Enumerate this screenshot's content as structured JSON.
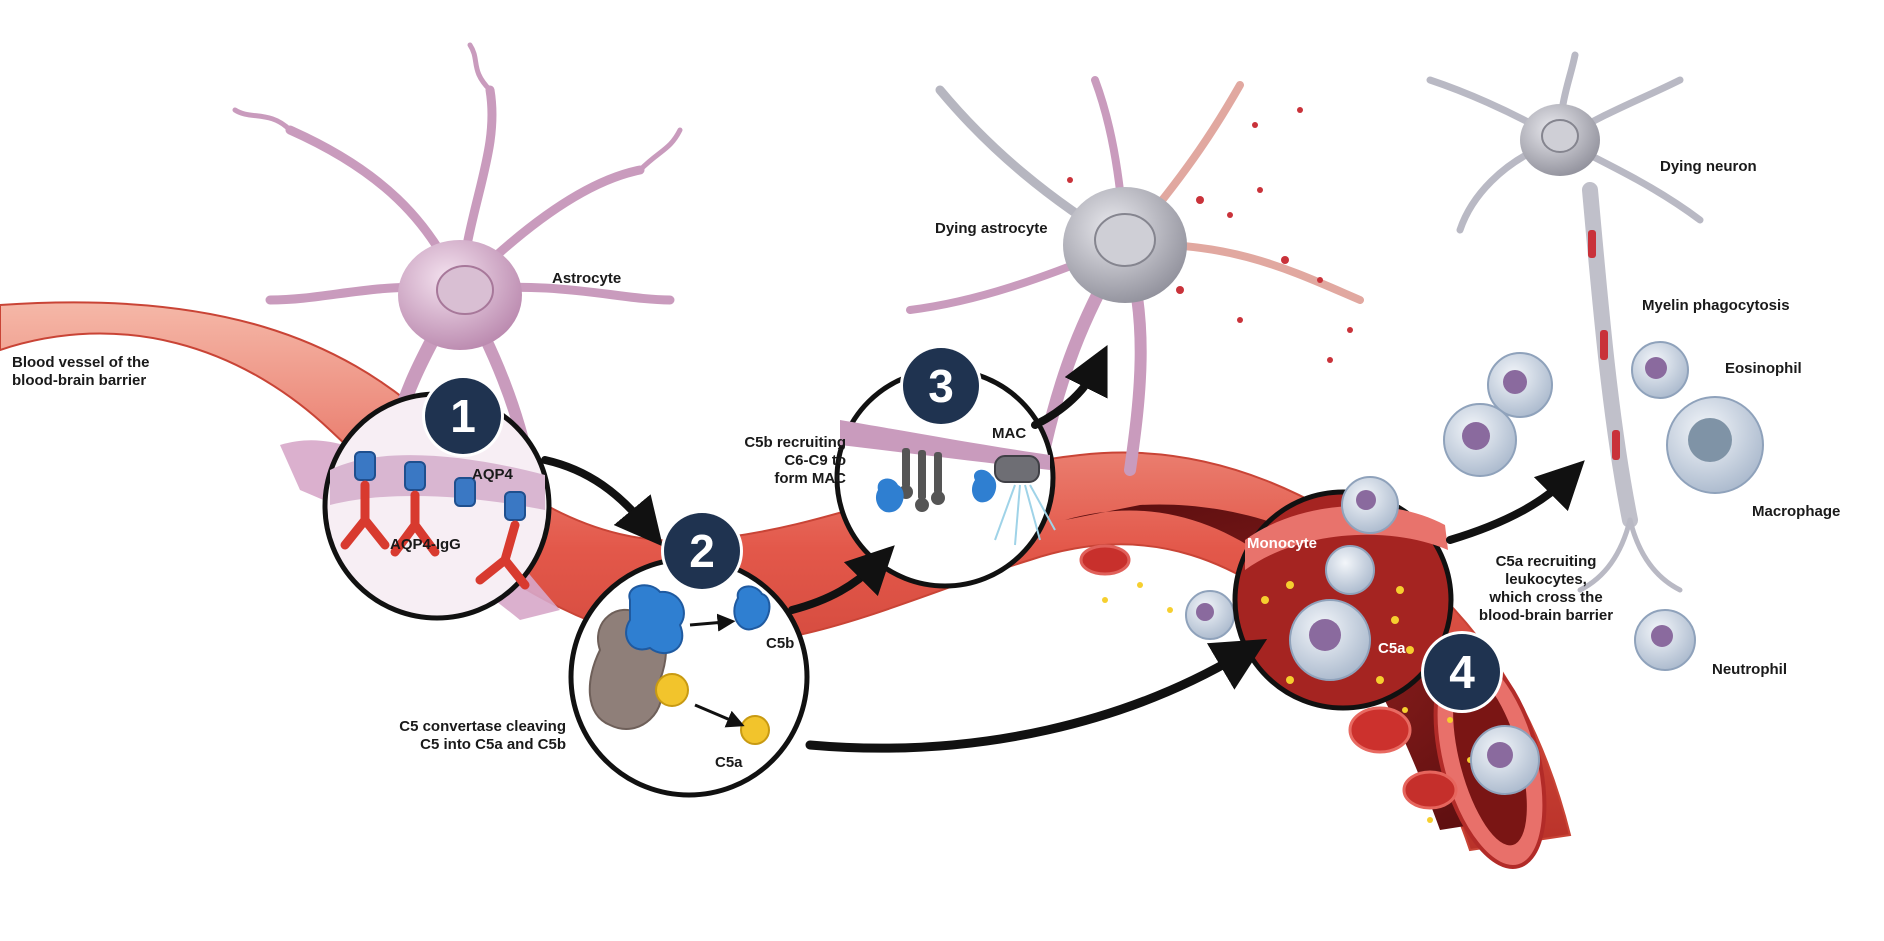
{
  "labels": {
    "blood_vessel": "Blood vessel of the\nblood-brain barrier",
    "astrocyte": "Astrocyte",
    "aqp4": "AQP4",
    "aqp4_igg": "AQP4-IgG",
    "c5_convertase": "C5 convertase cleaving\nC5 into C5a and C5b",
    "c5b": "C5b",
    "c5a": "C5a",
    "c5b_recruiting": "C5b recruiting\nC6-C9 to\nform MAC",
    "mac": "MAC",
    "dying_astrocyte": "Dying astrocyte",
    "monocyte": "Monocyte",
    "c5a_inner": "C5a",
    "c5a_recruiting": "C5a recruiting\nleukocytes,\nwhich cross the\nblood-brain barrier",
    "dying_neuron": "Dying neuron",
    "myelin": "Myelin phagocytosis",
    "eosinophil": "Eosinophil",
    "macrophage": "Macrophage",
    "neutrophil": "Neutrophil"
  },
  "steps": [
    "1",
    "2",
    "3",
    "4"
  ],
  "colors": {
    "vessel": "#e0574b",
    "vessel_dark": "#b8322d",
    "astrocyte": "#c99bbd",
    "neuron": "#b9b9c4",
    "step_badge": "#1f3350",
    "antibody": "#d83a2f",
    "aqp4": "#3a78c4",
    "c5a": "#f2c42c",
    "c5b": "#2f7fd1",
    "convertase": "#8f7f79",
    "leukocyte": "#cdd8e6",
    "nucleus": "#8a6a9e"
  }
}
